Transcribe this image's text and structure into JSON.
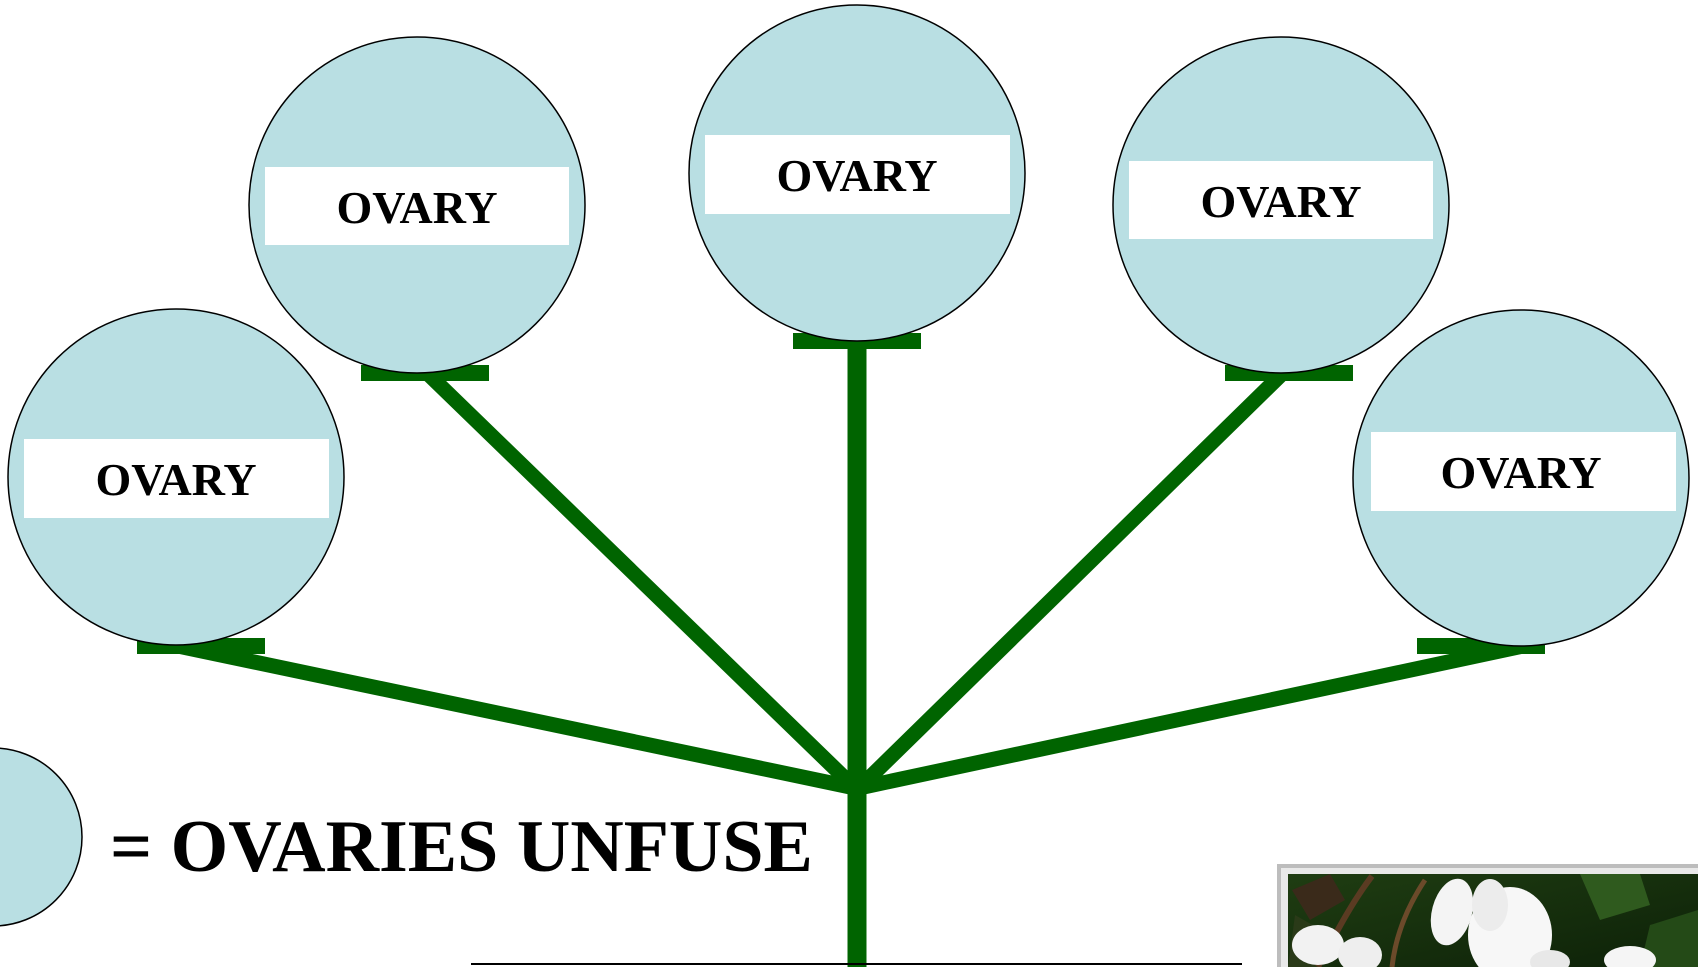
{
  "colors": {
    "ovary_fill": "#b9dfe3",
    "stalk_green": "#006400",
    "label_box": "#ffffff",
    "outline": "#000000"
  },
  "ovaries": [
    {
      "label": "OVARY"
    },
    {
      "label": "OVARY"
    },
    {
      "label": "OVARY"
    },
    {
      "label": "OVARY"
    },
    {
      "label": "OVARY"
    }
  ],
  "legend": {
    "text": "= OVARIES UNFUSE"
  },
  "photo": {
    "subject": "white flower with ovaries"
  }
}
